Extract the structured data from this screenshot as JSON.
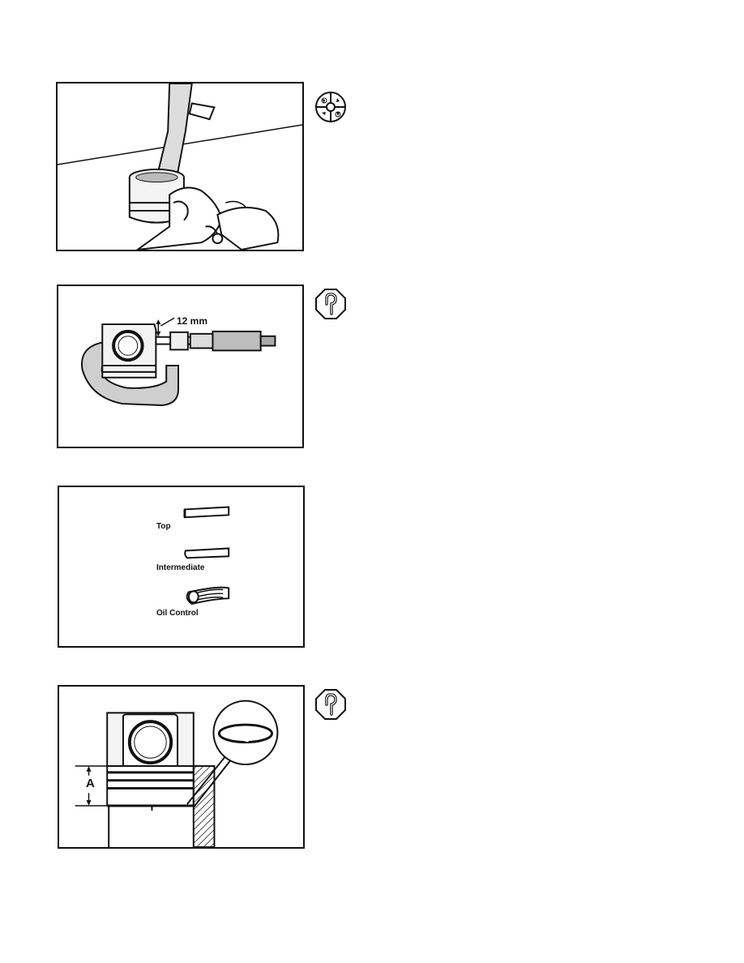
{
  "figures": {
    "piston_install": {},
    "piston_measure": {
      "dimension_label": "12 mm"
    },
    "ring_types": {
      "labels": [
        "Top",
        "Intermediate",
        "Oil Control"
      ]
    },
    "ring_gap": {
      "dimension_label": "A"
    }
  },
  "symbols": [
    {
      "icon": "assembly-tools-icon"
    },
    {
      "icon": "inspection-hook-icon"
    },
    {
      "icon": "inspection-hook-icon"
    }
  ]
}
